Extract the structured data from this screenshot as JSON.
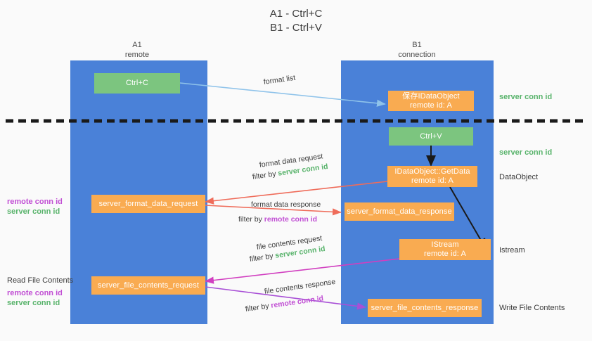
{
  "title": {
    "line1": "A1 - Ctrl+C",
    "line2": "B1 - Ctrl+V"
  },
  "columns": [
    {
      "name": "A1",
      "sub": "remote"
    },
    {
      "name": "B1",
      "sub": "connection"
    }
  ],
  "nodes": {
    "ctrl_c": "Ctrl+C",
    "ctrl_v": "Ctrl+V",
    "save_idataobject_l1": "保存IDataObject",
    "save_idataobject_l2": "remote id: A",
    "getdata_l1": "IDataObject::GetData",
    "getdata_l2": "remote id: A",
    "istream_l1": "IStream",
    "istream_l2": "remote id: A",
    "server_format_data_request": "server_format_data_request",
    "server_format_data_response": "server_format_data_response",
    "server_file_contents_request": "server_file_contents_request",
    "server_file_contents_response": "server_file_contents_response"
  },
  "edges": {
    "format_list": "format list",
    "format_data_request": "format data request",
    "format_data_response": "format data response",
    "file_contents_request": "file contents request",
    "file_contents_response": "file contents response",
    "filter_by": "filter by",
    "server_conn_id": "server conn id",
    "remote_conn_id": "remote conn id"
  },
  "annotations": {
    "server_conn_id_1": "server conn id",
    "server_conn_id_2": "server conn id",
    "data_object": "DataObject",
    "istream": "Istream",
    "write_file_contents": "Write File Contents",
    "read_file_contents": "Read File Contents",
    "remote_conn_id": "remote conn id",
    "server_conn_id": "server conn id"
  },
  "colors": {
    "lane": "#4a81d8",
    "node_orange": "#f9ab51",
    "node_green": "#7cc57f",
    "green_text": "#58b36b",
    "purple_text": "#c14fd4",
    "arrow_lightblue": "#8fc3ea",
    "arrow_red": "#ef6c5a",
    "arrow_magenta": "#d13fc0",
    "arrow_purple": "#a84fd6",
    "arrow_black": "#1a1a1a",
    "divider": "#1a1a1a",
    "background": "#fafafa"
  }
}
